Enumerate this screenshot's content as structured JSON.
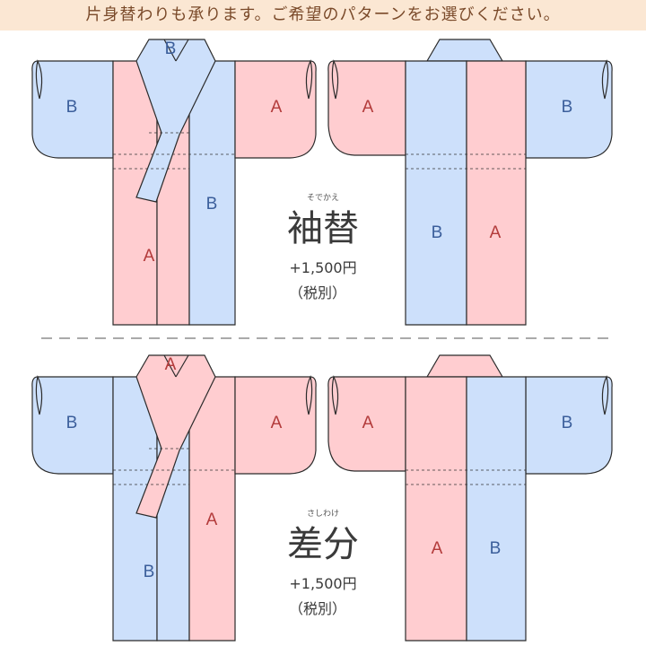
{
  "banner": "片身替わりも承ります。ご希望のパターンをお選びください。",
  "colors": {
    "A": "#ffcdd0",
    "B": "#cde0fb",
    "label_A": "#b33b3b",
    "label_B": "#3b5e9b"
  },
  "patterns": [
    {
      "ruby": "そでかえ",
      "name": "袖替",
      "price": "+1,500円",
      "tax": "（税別）",
      "front": {
        "left_sleeve": "B",
        "left_panel": "A",
        "overlap": "A",
        "right_panel": "B",
        "collar": "B",
        "right_sleeve": "A"
      },
      "back": {
        "left_sleeve": "A",
        "left_panel": "B",
        "right_panel": "A",
        "right_sleeve": "B",
        "yoke": "B"
      }
    },
    {
      "ruby": "さしわけ",
      "name": "差分",
      "price": "+1,500円",
      "tax": "（税別）",
      "front": {
        "left_sleeve": "B",
        "left_panel": "B",
        "overlap": "B",
        "right_panel": "A",
        "collar": "A",
        "right_sleeve": "A"
      },
      "back": {
        "left_sleeve": "A",
        "left_panel": "A",
        "right_panel": "B",
        "right_sleeve": "B",
        "yoke": "A"
      }
    }
  ]
}
